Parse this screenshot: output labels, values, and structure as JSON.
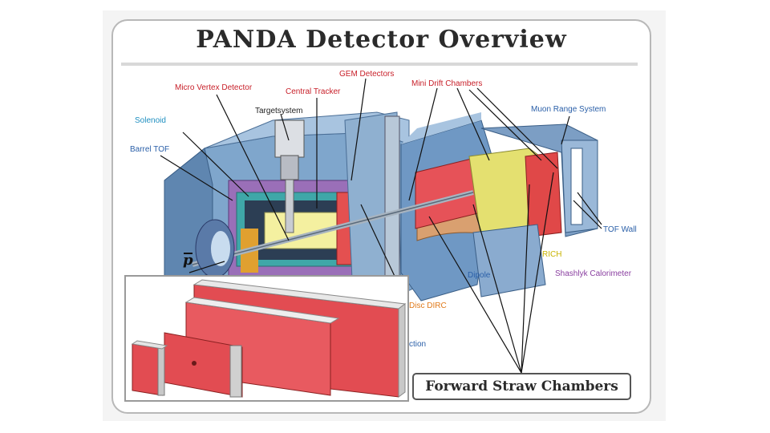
{
  "title": "PANDA Detector Overview",
  "labels": {
    "micro_vertex": "Micro Vertex Detector",
    "gem": "GEM Detectors",
    "mini_drift": "Mini Drift Chambers",
    "central_tracker": "Central Tracker",
    "targetsystem": "Targetsystem",
    "solenoid": "Solenoid",
    "barrel_tof": "Barrel TOF",
    "muon_range": "Muon Range System",
    "tof_wall": "TOF Wall",
    "rich": "RICH",
    "shashlyk": "Shashlyk Calorimeter",
    "dipole": "Dipole",
    "disc_dirc": "Disc DIRC",
    "ction": "ction",
    "beam": "p"
  },
  "callout": "Forward Straw Chambers",
  "colors": {
    "red_label": "#c8202a",
    "blue_label": "#1f8fc0",
    "black_label": "#222222",
    "purple_label": "#8a3fa0",
    "yellow_label": "#c8b400",
    "orange_label": "#e07a1a",
    "blue_dark_label": "#2a5fa8",
    "detector_blue": "#7aa2c8",
    "straw_red": "#e0474c"
  }
}
